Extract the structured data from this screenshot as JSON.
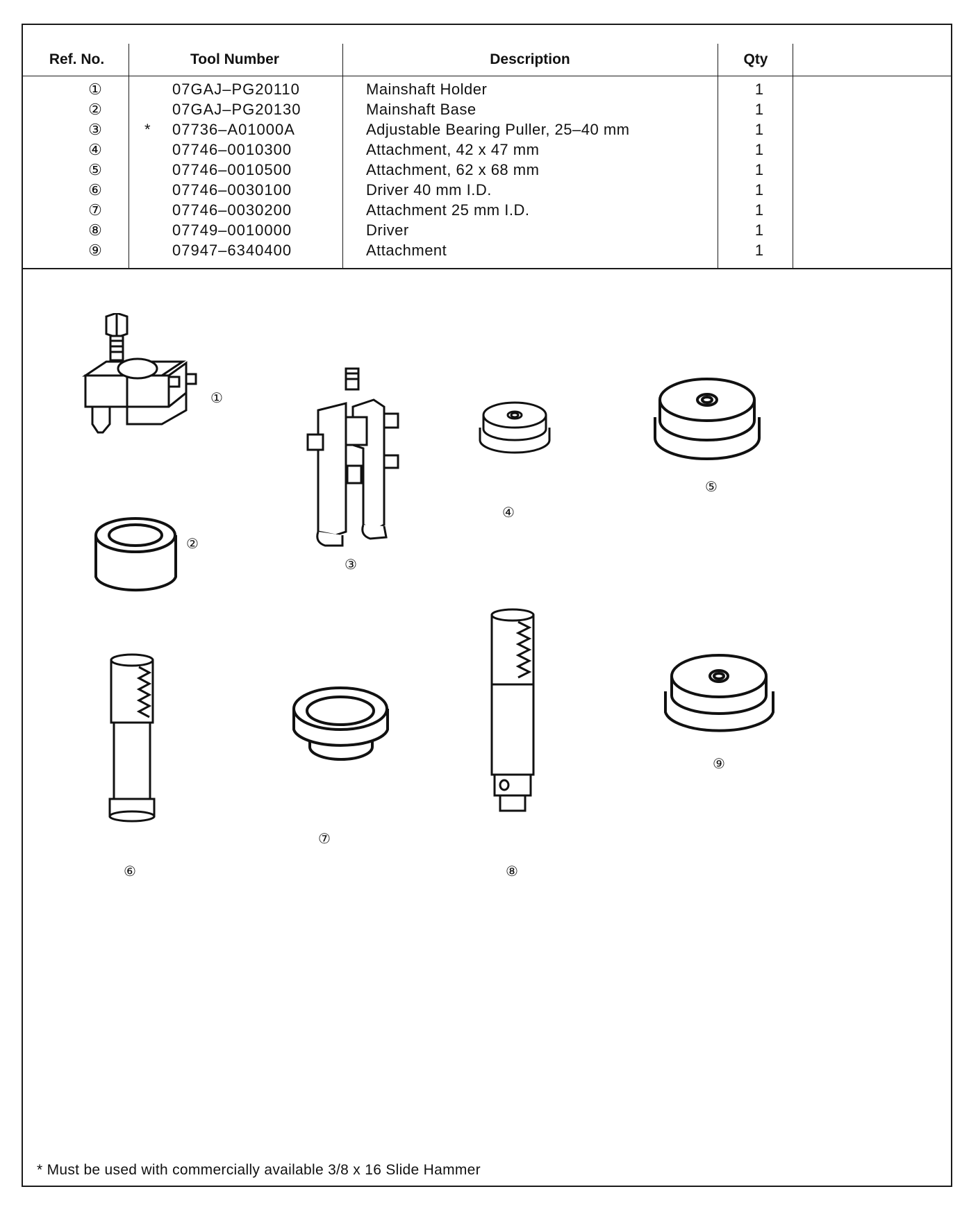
{
  "table": {
    "headers": {
      "ref": "Ref. No.",
      "tool": "Tool Number",
      "desc": "Description",
      "qty": "Qty"
    },
    "rows": [
      {
        "ref": "①",
        "star": "",
        "tool": "07GAJ–PG20110",
        "desc": "Mainshaft Holder",
        "qty": "1"
      },
      {
        "ref": "②",
        "star": "",
        "tool": "07GAJ–PG20130",
        "desc": "Mainshaft Base",
        "qty": "1"
      },
      {
        "ref": "③",
        "star": "*",
        "tool": "07736–A01000A",
        "desc": "Adjustable Bearing Puller, 25–40 mm",
        "qty": "1"
      },
      {
        "ref": "④",
        "star": "",
        "tool": "07746–0010300",
        "desc": "Attachment, 42 x 47 mm",
        "qty": "1"
      },
      {
        "ref": "⑤",
        "star": "",
        "tool": "07746–0010500",
        "desc": "Attachment, 62 x 68 mm",
        "qty": "1"
      },
      {
        "ref": "⑥",
        "star": "",
        "tool": "07746–0030100",
        "desc": "Driver 40 mm I.D.",
        "qty": "1"
      },
      {
        "ref": "⑦",
        "star": "",
        "tool": "07746–0030200",
        "desc": "Attachment 25 mm I.D.",
        "qty": "1"
      },
      {
        "ref": "⑧",
        "star": "",
        "tool": "07749–0010000",
        "desc": "Driver",
        "qty": "1"
      },
      {
        "ref": "⑨",
        "star": "",
        "tool": "07947–6340400",
        "desc": "Attachment",
        "qty": "1"
      }
    ]
  },
  "figures": {
    "labels": [
      "①",
      "②",
      "③",
      "④",
      "⑤",
      "⑥",
      "⑦",
      "⑧",
      "⑨"
    ]
  },
  "footnote": "*   Must be used with commercially available 3/8 x 16 Slide Hammer"
}
